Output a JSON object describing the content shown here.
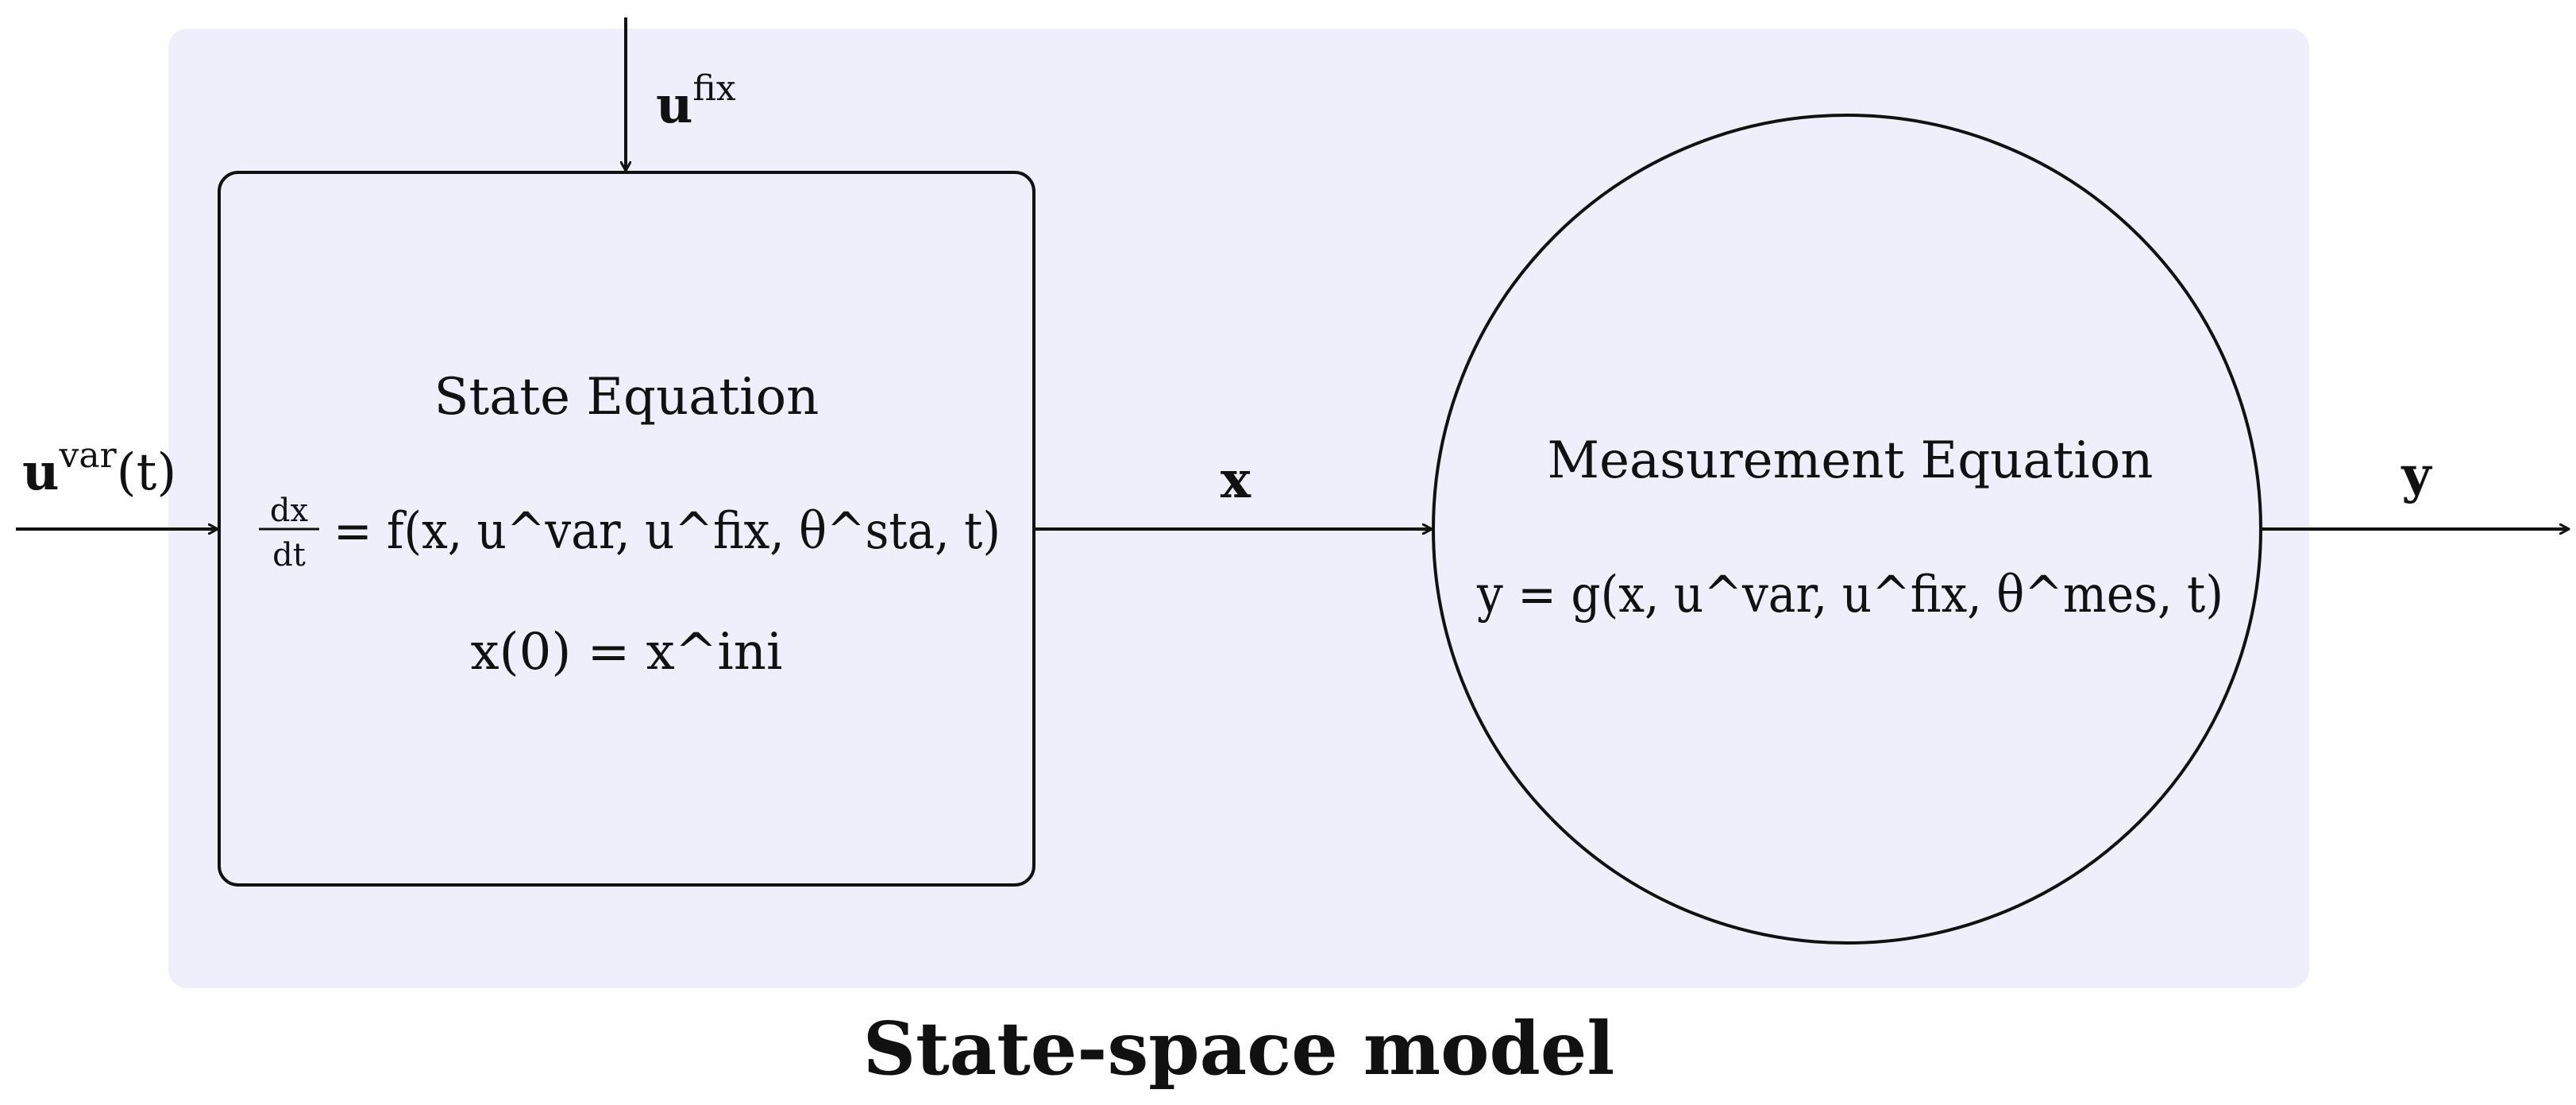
{
  "diagram": {
    "title": "State-space model",
    "colors": {
      "panel": "#efeffc",
      "stroke": "#111111",
      "text": "#111111"
    },
    "inputs": {
      "u_fix": {
        "base": "u",
        "sup": "fix"
      },
      "u_var": {
        "base": "u",
        "sup": "var",
        "arg": "(t)"
      }
    },
    "state_block": {
      "title": "State Equation",
      "equation": {
        "lhs_numerator": "dx",
        "lhs_denominator": "dt",
        "rhs": "= f(x, u^var, u^fix, θ^sta, t)"
      },
      "initial_condition": "x(0) = x^ini"
    },
    "link_label": "x",
    "measurement_block": {
      "title": "Measurement Equation",
      "equation": "y = g(x, u^var, u^fix, θ^mes, t)"
    },
    "output_label": "y"
  }
}
